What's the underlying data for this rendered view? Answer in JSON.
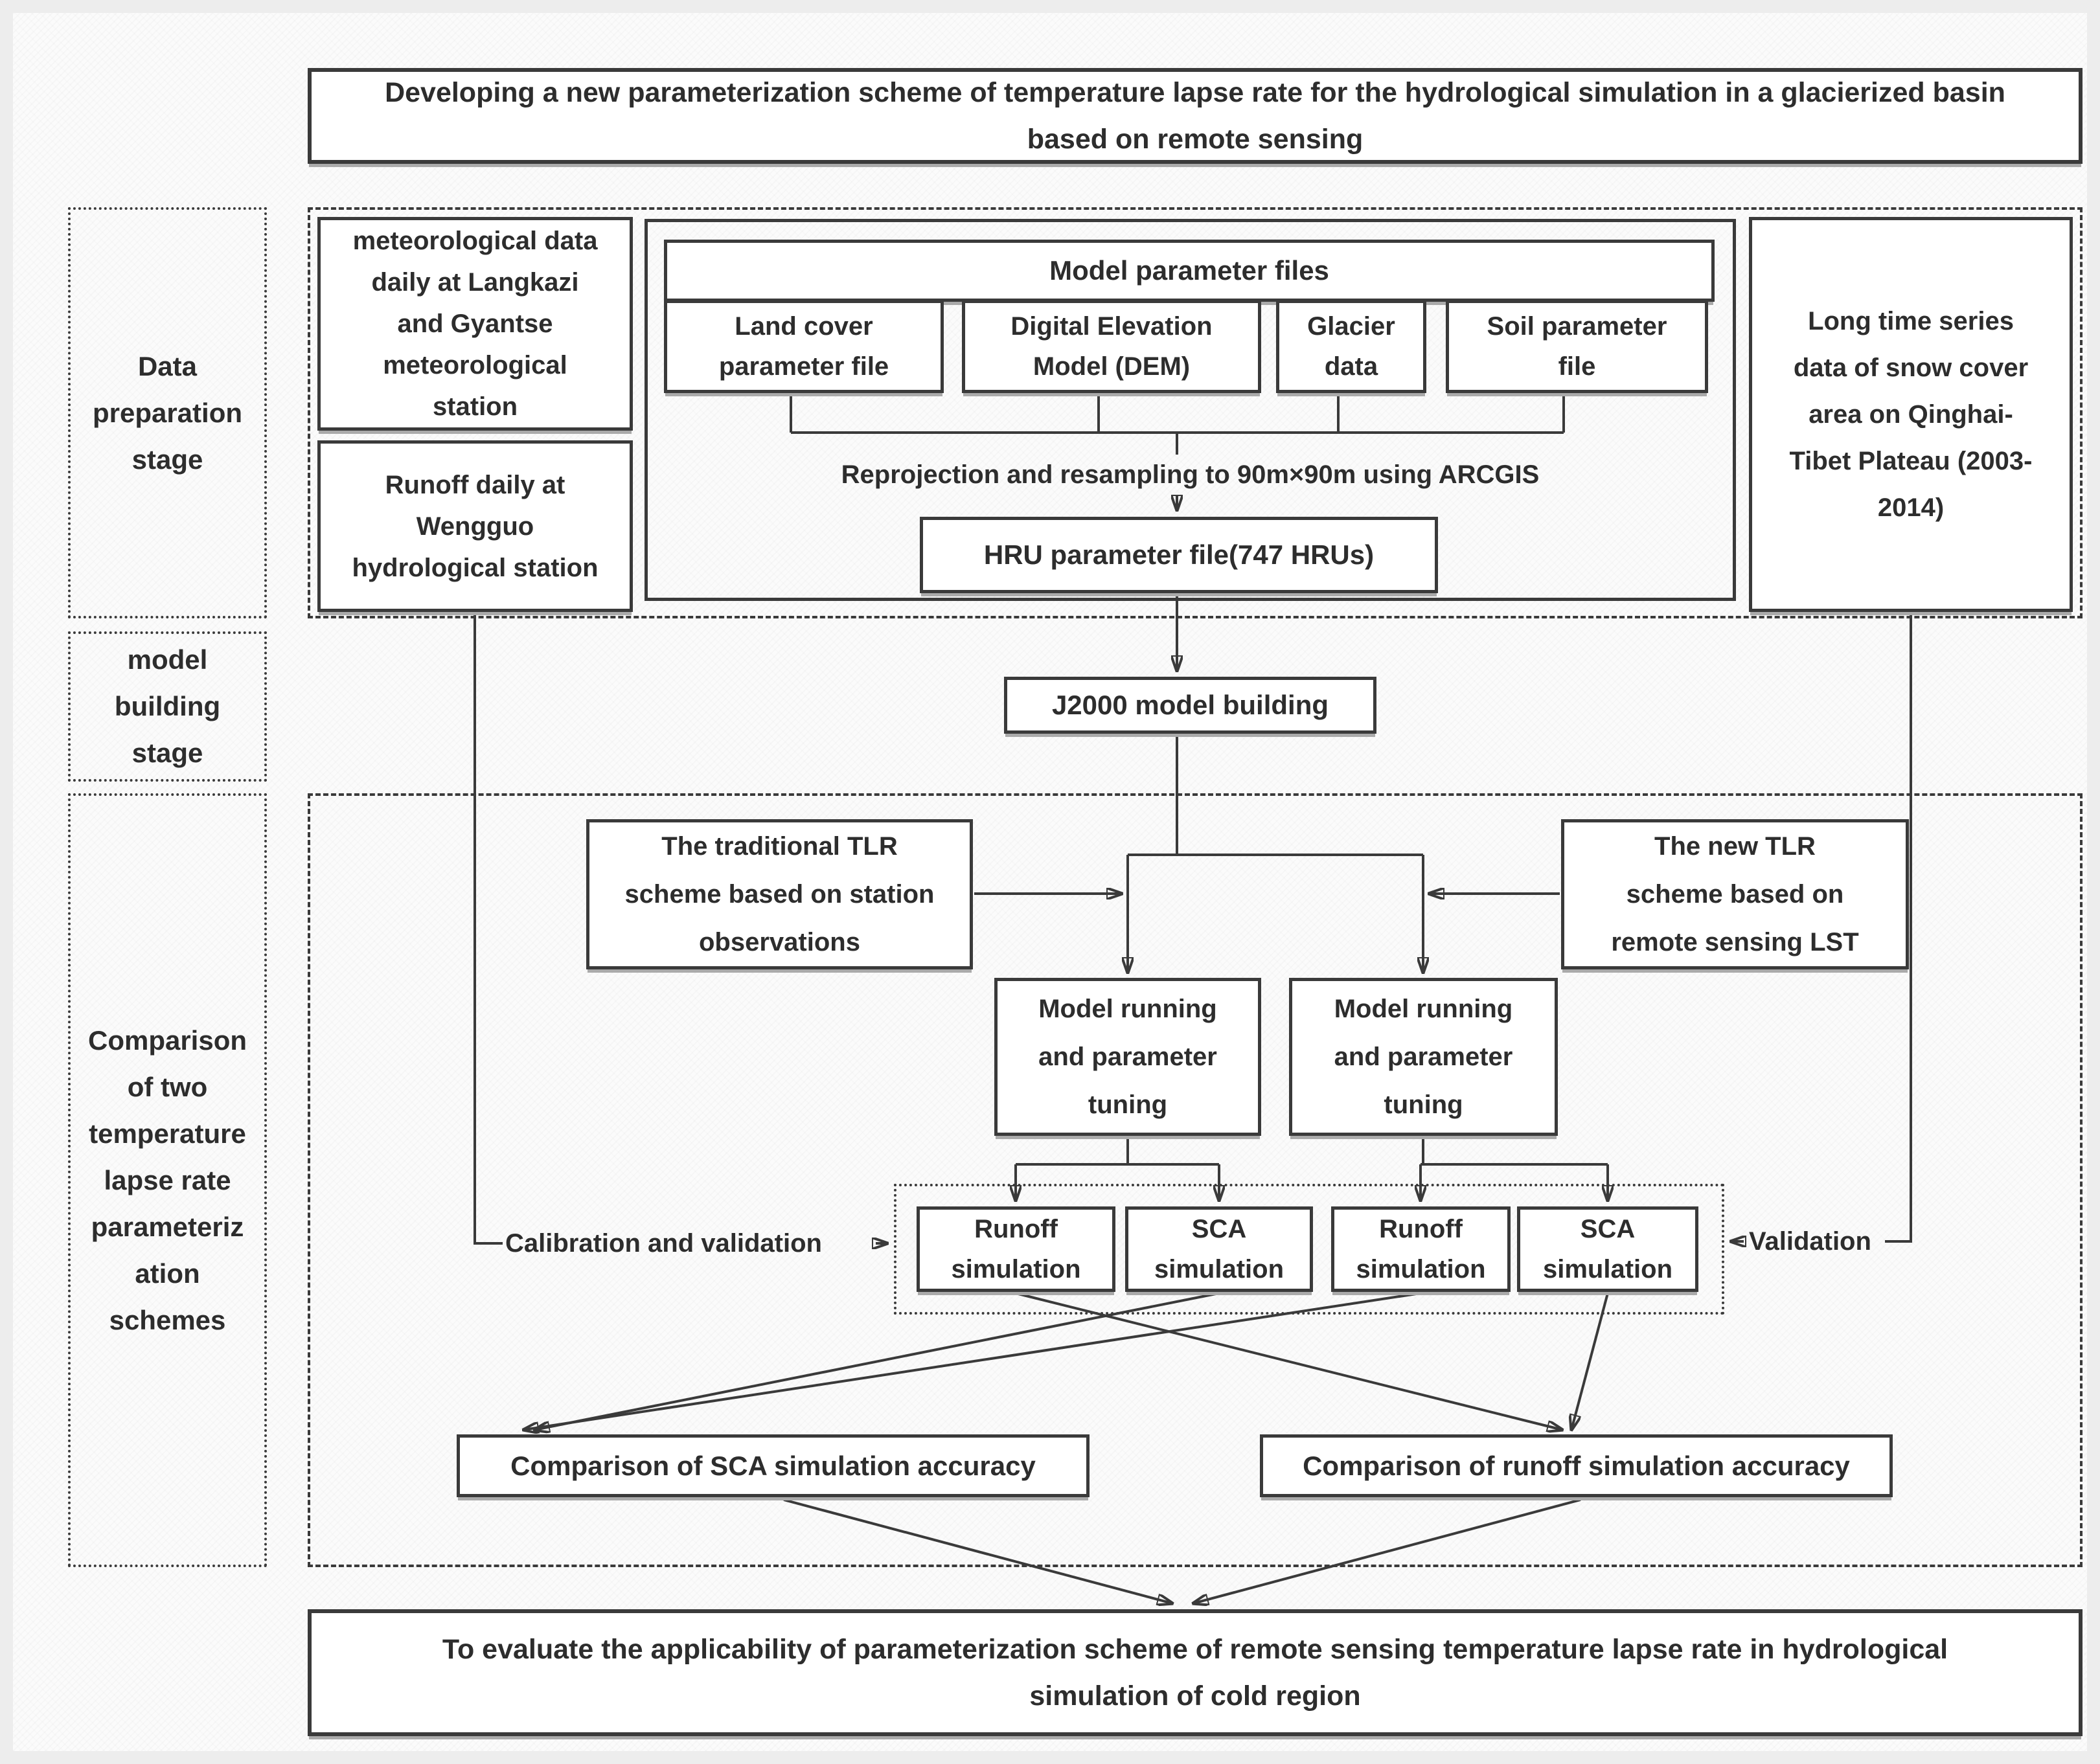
{
  "title": "Developing a new parameterization scheme of temperature lapse rate for the hydrological simulation in a glacierized basin\nbased on remote sensing",
  "colors": {
    "line": "#3a3a3a",
    "text": "#2d2d2d",
    "box_background": "#ffffff",
    "page_background": "#fbfbfb"
  },
  "stages": {
    "data_preparation": "Data\npreparation\nstage",
    "model_building": "model\nbuilding\nstage",
    "comparison": "Comparison\nof two\ntemperature\nlapse rate\nparameteriz\nation\nschemes"
  },
  "data_preparation": {
    "met_station": "meteorological data\ndaily at Langkazi\nand Gyantse\nmeteorological\nstation",
    "runoff_station": "Runoff daily at\nWengguo\nhydrological station",
    "model_parameter_files": "Model parameter files",
    "land_cover": "Land cover\nparameter file",
    "dem": "Digital Elevation\nModel (DEM)",
    "glacier": "Glacier\ndata",
    "soil": "Soil parameter\nfile",
    "reprojection": "Reprojection and resampling to 90m×90m using ARCGIS",
    "hru": "HRU parameter file(747 HRUs)",
    "snow_cover": "Long time series\ndata of snow cover\narea on Qinghai-\nTibet Plateau (2003-\n2014)"
  },
  "model_building": {
    "j2000": "J2000 model building"
  },
  "comparison": {
    "tlr_traditional": "The traditional TLR\nscheme based on station\nobservations",
    "tlr_new": "The new TLR\nscheme based on\nremote sensing LST",
    "model_running_left": "Model running\nand parameter\ntuning",
    "model_running_right": "Model running\nand parameter\ntuning",
    "sim_runoff_left": "Runoff\nsimulation",
    "sim_sca_left": "SCA\nsimulation",
    "sim_runoff_right": "Runoff\nsimulation",
    "sim_sca_right": "SCA\nsimulation",
    "calibration_label": "Calibration and validation",
    "validation_label": "Validation",
    "comp_sca": "Comparison of SCA simulation accuracy",
    "comp_runoff": "Comparison of runoff simulation accuracy"
  },
  "conclusion": "To evaluate the applicability of parameterization scheme of remote sensing temperature lapse rate in hydrological\nsimulation of cold region"
}
